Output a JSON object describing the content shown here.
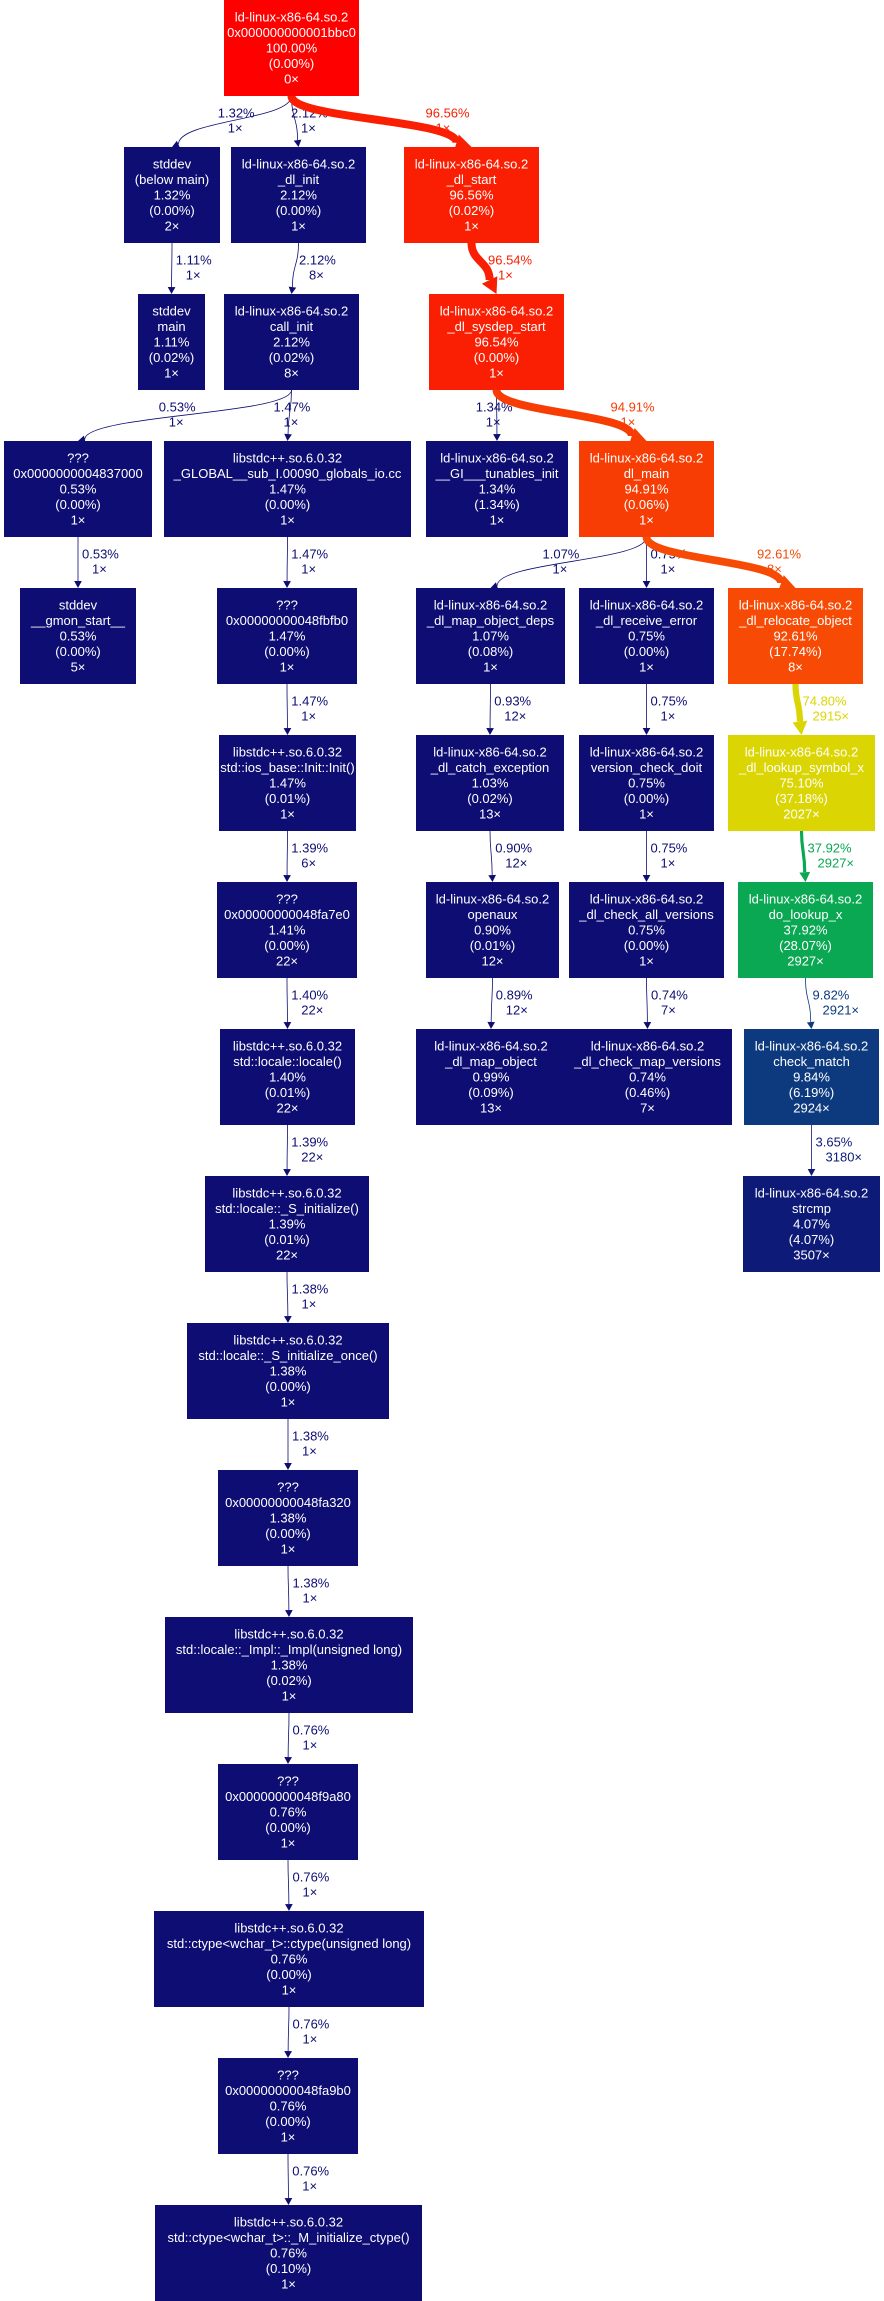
{
  "nodes": [
    {
      "id": "n_root",
      "lines": [
        "ld-linux-x86-64.so.2",
        "0x000000000001bbc0",
        "100.00%",
        "(0.00%)",
        "0×"
      ],
      "color": "#ff0000"
    },
    {
      "id": "n_stddev_bm",
      "lines": [
        "stddev",
        "(below main)",
        "1.32%",
        "(0.00%)",
        "2×"
      ],
      "color": "#0d0d73"
    },
    {
      "id": "n_dl_init",
      "lines": [
        "ld-linux-x86-64.so.2",
        "_dl_init",
        "2.12%",
        "(0.00%)",
        "1×"
      ],
      "color": "#0d0d73"
    },
    {
      "id": "n_dl_start",
      "lines": [
        "ld-linux-x86-64.so.2",
        "_dl_start",
        "96.56%",
        "(0.02%)",
        "1×"
      ],
      "color": "#fa1e02"
    },
    {
      "id": "n_stddev_main",
      "lines": [
        "stddev",
        "main",
        "1.11%",
        "(0.02%)",
        "1×"
      ],
      "color": "#0d0d73"
    },
    {
      "id": "n_call_init",
      "lines": [
        "ld-linux-x86-64.so.2",
        "call_init",
        "2.12%",
        "(0.02%)",
        "8×"
      ],
      "color": "#0d0d73"
    },
    {
      "id": "n_sysdep",
      "lines": [
        "ld-linux-x86-64.so.2",
        "_dl_sysdep_start",
        "96.54%",
        "(0.00%)",
        "1×"
      ],
      "color": "#fa1e02"
    },
    {
      "id": "n_unk_4837000",
      "lines": [
        "???",
        "0x0000000004837000",
        "0.53%",
        "(0.00%)",
        "1×"
      ],
      "color": "#0d0d73"
    },
    {
      "id": "n_globals_io",
      "lines": [
        "libstdc++.so.6.0.32",
        "_GLOBAL__sub_I.00090_globals_io.cc",
        "1.47%",
        "(0.00%)",
        "1×"
      ],
      "color": "#0d0d73"
    },
    {
      "id": "n_tunables",
      "lines": [
        "ld-linux-x86-64.so.2",
        "__GI___tunables_init",
        "1.34%",
        "(1.34%)",
        "1×"
      ],
      "color": "#0d0d73"
    },
    {
      "id": "n_dl_main",
      "lines": [
        "ld-linux-x86-64.so.2",
        "dl_main",
        "94.91%",
        "(0.06%)",
        "1×"
      ],
      "color": "#f73d04"
    },
    {
      "id": "n_gmon",
      "lines": [
        "stddev",
        "__gmon_start__",
        "0.53%",
        "(0.00%)",
        "5×"
      ],
      "color": "#0d0d73"
    },
    {
      "id": "n_unk_48fbfb0",
      "lines": [
        "???",
        "0x00000000048fbfb0",
        "1.47%",
        "(0.00%)",
        "1×"
      ],
      "color": "#0d0d73"
    },
    {
      "id": "n_map_deps",
      "lines": [
        "ld-linux-x86-64.so.2",
        "_dl_map_object_deps",
        "1.07%",
        "(0.08%)",
        "1×"
      ],
      "color": "#0d0d73"
    },
    {
      "id": "n_recv_err",
      "lines": [
        "ld-linux-x86-64.so.2",
        "_dl_receive_error",
        "0.75%",
        "(0.00%)",
        "1×"
      ],
      "color": "#0d0d73"
    },
    {
      "id": "n_reloc",
      "lines": [
        "ld-linux-x86-64.so.2",
        "_dl_relocate_object",
        "92.61%",
        "(17.74%)",
        "8×"
      ],
      "color": "#f74b05"
    },
    {
      "id": "n_ios_init",
      "lines": [
        "libstdc++.so.6.0.32",
        "std::ios_base::Init::Init()",
        "1.47%",
        "(0.01%)",
        "1×"
      ],
      "color": "#0d0d73"
    },
    {
      "id": "n_catch",
      "lines": [
        "ld-linux-x86-64.so.2",
        "_dl_catch_exception",
        "1.03%",
        "(0.02%)",
        "13×"
      ],
      "color": "#0d0d73"
    },
    {
      "id": "n_ver_doit",
      "lines": [
        "ld-linux-x86-64.so.2",
        "version_check_doit",
        "0.75%",
        "(0.00%)",
        "1×"
      ],
      "color": "#0d0d73"
    },
    {
      "id": "n_lookup_x",
      "lines": [
        "ld-linux-x86-64.so.2",
        "_dl_lookup_symbol_x",
        "75.10%",
        "(37.18%)",
        "2027×"
      ],
      "color": "#dbd603"
    },
    {
      "id": "n_unk_48fa7e0",
      "lines": [
        "???",
        "0x00000000048fa7e0",
        "1.41%",
        "(0.00%)",
        "22×"
      ],
      "color": "#0d0d73"
    },
    {
      "id": "n_openaux",
      "lines": [
        "ld-linux-x86-64.so.2",
        "openaux",
        "0.90%",
        "(0.01%)",
        "12×"
      ],
      "color": "#0d0d73"
    },
    {
      "id": "n_chk_all",
      "lines": [
        "ld-linux-x86-64.so.2",
        "_dl_check_all_versions",
        "0.75%",
        "(0.00%)",
        "1×"
      ],
      "color": "#0d0d73"
    },
    {
      "id": "n_do_lookup",
      "lines": [
        "ld-linux-x86-64.so.2",
        "do_lookup_x",
        "37.92%",
        "(28.07%)",
        "2927×"
      ],
      "color": "#0ba853"
    },
    {
      "id": "n_locale",
      "lines": [
        "libstdc++.so.6.0.32",
        "std::locale::locale()",
        "1.40%",
        "(0.01%)",
        "22×"
      ],
      "color": "#0d0d73"
    },
    {
      "id": "n_map_obj",
      "lines": [
        "ld-linux-x86-64.so.2",
        "_dl_map_object",
        "0.99%",
        "(0.09%)",
        "13×"
      ],
      "color": "#0d0d73"
    },
    {
      "id": "n_chk_map",
      "lines": [
        "ld-linux-x86-64.so.2",
        "_dl_check_map_versions",
        "0.74%",
        "(0.46%)",
        "7×"
      ],
      "color": "#0d0d73"
    },
    {
      "id": "n_check_match",
      "lines": [
        "ld-linux-x86-64.so.2",
        "check_match",
        "9.84%",
        "(6.19%)",
        "2924×"
      ],
      "color": "#0d3a7e"
    },
    {
      "id": "n_s_init",
      "lines": [
        "libstdc++.so.6.0.32",
        "std::locale::_S_initialize()",
        "1.39%",
        "(0.01%)",
        "22×"
      ],
      "color": "#0d0d73"
    },
    {
      "id": "n_strcmp",
      "lines": [
        "ld-linux-x86-64.so.2",
        "strcmp",
        "4.07%",
        "(4.07%)",
        "3507×"
      ],
      "color": "#0d1a77"
    },
    {
      "id": "n_s_init_once",
      "lines": [
        "libstdc++.so.6.0.32",
        "std::locale::_S_initialize_once()",
        "1.38%",
        "(0.00%)",
        "1×"
      ],
      "color": "#0d0d73"
    },
    {
      "id": "n_unk_48fa320",
      "lines": [
        "???",
        "0x00000000048fa320",
        "1.38%",
        "(0.00%)",
        "1×"
      ],
      "color": "#0d0d73"
    },
    {
      "id": "n_impl",
      "lines": [
        "libstdc++.so.6.0.32",
        "std::locale::_Impl::_Impl(unsigned long)",
        "1.38%",
        "(0.02%)",
        "1×"
      ],
      "color": "#0d0d73"
    },
    {
      "id": "n_unk_48f9a80",
      "lines": [
        "???",
        "0x00000000048f9a80",
        "0.76%",
        "(0.00%)",
        "1×"
      ],
      "color": "#0d0d73"
    },
    {
      "id": "n_ctype",
      "lines": [
        "libstdc++.so.6.0.32",
        "std::ctype<wchar_t>::ctype(unsigned long)",
        "0.76%",
        "(0.00%)",
        "1×"
      ],
      "color": "#0d0d73"
    },
    {
      "id": "n_unk_48fa9b0",
      "lines": [
        "???",
        "0x00000000048fa9b0",
        "0.76%",
        "(0.00%)",
        "1×"
      ],
      "color": "#0d0d73"
    },
    {
      "id": "n_m_init_ctype",
      "lines": [
        "libstdc++.so.6.0.32",
        "std::ctype<wchar_t>::_M_initialize_ctype()",
        "0.76%",
        "(0.10%)",
        "1×"
      ],
      "color": "#0d0d73"
    }
  ],
  "edges": [
    {
      "from": "n_root",
      "to": "n_stddev_bm",
      "pct": "1.32%",
      "calls": "1×",
      "color": "#0d0d73"
    },
    {
      "from": "n_root",
      "to": "n_dl_init",
      "pct": "2.12%",
      "calls": "1×",
      "color": "#0d0d73"
    },
    {
      "from": "n_root",
      "to": "n_dl_start",
      "pct": "96.56%",
      "calls": "1×",
      "color": "#fa1e02"
    },
    {
      "from": "n_stddev_bm",
      "to": "n_stddev_main",
      "pct": "1.11%",
      "calls": "1×",
      "color": "#0d0d73"
    },
    {
      "from": "n_dl_init",
      "to": "n_call_init",
      "pct": "2.12%",
      "calls": "8×",
      "color": "#0d0d73"
    },
    {
      "from": "n_dl_start",
      "to": "n_sysdep",
      "pct": "96.54%",
      "calls": "1×",
      "color": "#fa1e02"
    },
    {
      "from": "n_call_init",
      "to": "n_unk_4837000",
      "pct": "0.53%",
      "calls": "1×",
      "color": "#0d0d73"
    },
    {
      "from": "n_call_init",
      "to": "n_globals_io",
      "pct": "1.47%",
      "calls": "1×",
      "color": "#0d0d73"
    },
    {
      "from": "n_sysdep",
      "to": "n_tunables",
      "pct": "1.34%",
      "calls": "1×",
      "color": "#0d0d73"
    },
    {
      "from": "n_sysdep",
      "to": "n_dl_main",
      "pct": "94.91%",
      "calls": "1×",
      "color": "#f73d04"
    },
    {
      "from": "n_unk_4837000",
      "to": "n_gmon",
      "pct": "0.53%",
      "calls": "1×",
      "color": "#0d0d73"
    },
    {
      "from": "n_globals_io",
      "to": "n_unk_48fbfb0",
      "pct": "1.47%",
      "calls": "1×",
      "color": "#0d0d73"
    },
    {
      "from": "n_dl_main",
      "to": "n_map_deps",
      "pct": "1.07%",
      "calls": "1×",
      "color": "#0d0d73"
    },
    {
      "from": "n_dl_main",
      "to": "n_recv_err",
      "pct": "0.75%",
      "calls": "1×",
      "color": "#0d0d73"
    },
    {
      "from": "n_dl_main",
      "to": "n_reloc",
      "pct": "92.61%",
      "calls": "8×",
      "color": "#f74b05"
    },
    {
      "from": "n_unk_48fbfb0",
      "to": "n_ios_init",
      "pct": "1.47%",
      "calls": "1×",
      "color": "#0d0d73"
    },
    {
      "from": "n_map_deps",
      "to": "n_catch",
      "pct": "0.93%",
      "calls": "12×",
      "color": "#0d0d73"
    },
    {
      "from": "n_recv_err",
      "to": "n_ver_doit",
      "pct": "0.75%",
      "calls": "1×",
      "color": "#0d0d73"
    },
    {
      "from": "n_reloc",
      "to": "n_lookup_x",
      "pct": "74.80%",
      "calls": "2915×",
      "color": "#dbd603"
    },
    {
      "from": "n_ios_init",
      "to": "n_unk_48fa7e0",
      "pct": "1.39%",
      "calls": "6×",
      "color": "#0d0d73"
    },
    {
      "from": "n_catch",
      "to": "n_openaux",
      "pct": "0.90%",
      "calls": "12×",
      "color": "#0d0d73"
    },
    {
      "from": "n_ver_doit",
      "to": "n_chk_all",
      "pct": "0.75%",
      "calls": "1×",
      "color": "#0d0d73"
    },
    {
      "from": "n_lookup_x",
      "to": "n_do_lookup",
      "pct": "37.92%",
      "calls": "2927×",
      "color": "#0ba853"
    },
    {
      "from": "n_unk_48fa7e0",
      "to": "n_locale",
      "pct": "1.40%",
      "calls": "22×",
      "color": "#0d0d73"
    },
    {
      "from": "n_openaux",
      "to": "n_map_obj",
      "pct": "0.89%",
      "calls": "12×",
      "color": "#0d0d73"
    },
    {
      "from": "n_chk_all",
      "to": "n_chk_map",
      "pct": "0.74%",
      "calls": "7×",
      "color": "#0d0d73"
    },
    {
      "from": "n_do_lookup",
      "to": "n_check_match",
      "pct": "9.82%",
      "calls": "2921×",
      "color": "#0d3a7e"
    },
    {
      "from": "n_locale",
      "to": "n_s_init",
      "pct": "1.39%",
      "calls": "22×",
      "color": "#0d0d73"
    },
    {
      "from": "n_check_match",
      "to": "n_strcmp",
      "pct": "3.65%",
      "calls": "3180×",
      "color": "#0d1a77"
    },
    {
      "from": "n_s_init",
      "to": "n_s_init_once",
      "pct": "1.38%",
      "calls": "1×",
      "color": "#0d0d73"
    },
    {
      "from": "n_s_init_once",
      "to": "n_unk_48fa320",
      "pct": "1.38%",
      "calls": "1×",
      "color": "#0d0d73"
    },
    {
      "from": "n_unk_48fa320",
      "to": "n_impl",
      "pct": "1.38%",
      "calls": "1×",
      "color": "#0d0d73"
    },
    {
      "from": "n_impl",
      "to": "n_unk_48f9a80",
      "pct": "0.76%",
      "calls": "1×",
      "color": "#0d0d73"
    },
    {
      "from": "n_unk_48f9a80",
      "to": "n_ctype",
      "pct": "0.76%",
      "calls": "1×",
      "color": "#0d0d73"
    },
    {
      "from": "n_ctype",
      "to": "n_unk_48fa9b0",
      "pct": "0.76%",
      "calls": "1×",
      "color": "#0d0d73"
    },
    {
      "from": "n_unk_48fa9b0",
      "to": "n_m_init_ctype",
      "pct": "0.76%",
      "calls": "1×",
      "color": "#0d0d73"
    }
  ]
}
